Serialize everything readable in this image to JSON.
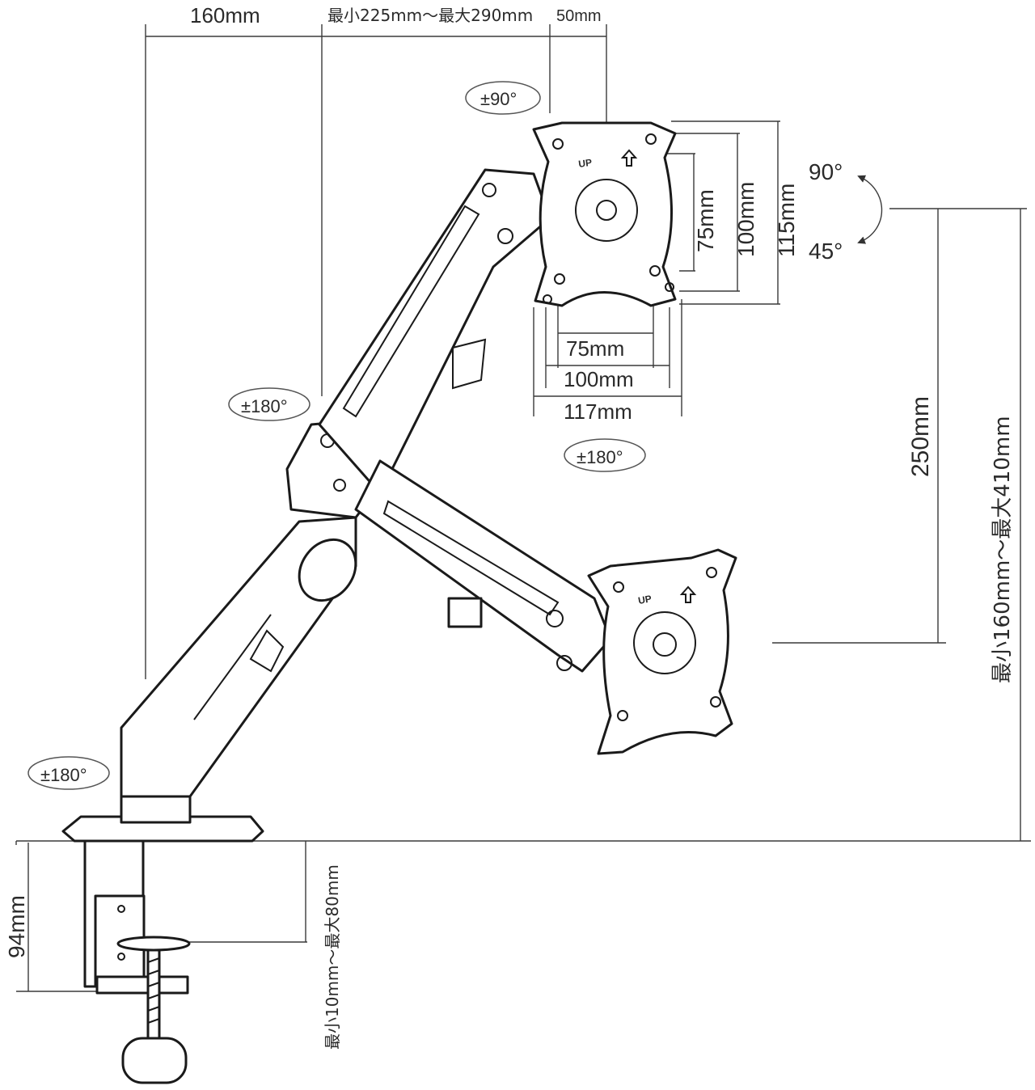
{
  "dimensions": {
    "arm_reach": "160mm",
    "extension": "最小225mm～最大290mm",
    "offset": "50mm",
    "vesa_h_75": "75mm",
    "vesa_h_100": "100mm",
    "plate_width": "117mm",
    "vesa_v_75": "75mm",
    "vesa_v_100": "100mm",
    "plate_height": "115mm",
    "height_250": "250mm",
    "height_range": "最小160mm～最大410mm",
    "clamp_depth": "94mm",
    "desk_thickness": "最小10mm～最大80mm"
  },
  "rotations": {
    "head_rotate": "±90°",
    "tilt_up": "90°",
    "tilt_down": "45°",
    "elbow_swivel": "±180°",
    "head_swivel": "±180°",
    "base_swivel": "±180°"
  },
  "plate_labels": {
    "up_text": "UP"
  }
}
